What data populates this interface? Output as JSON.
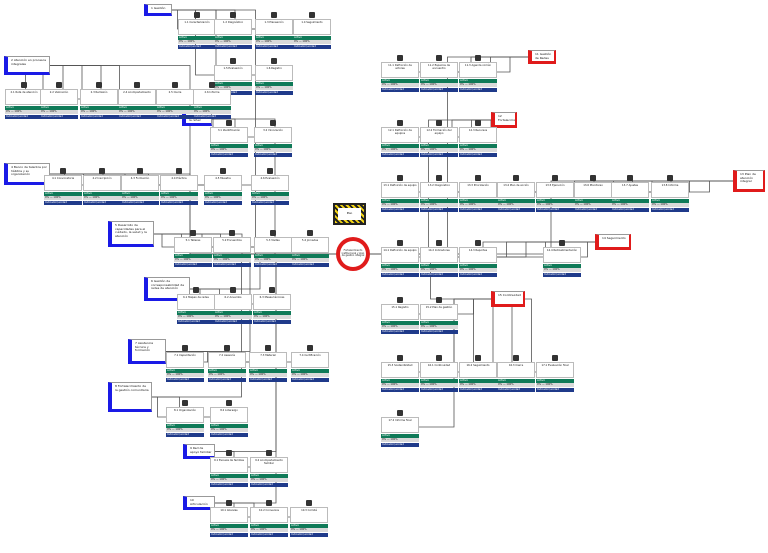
{
  "root": {
    "label": "Fortalecimiento institucional y plan de gestión integral"
  },
  "banner": {
    "label": "Plan"
  },
  "badges": {
    "active": "Activo",
    "pct": "0% — 100%",
    "unit": "Indicador/unidad",
    "prog": "Ejecución"
  },
  "goals": [
    {
      "id": "g1",
      "text": "1 Gestión",
      "red": false
    },
    {
      "id": "g2",
      "text": "2 Atención en procesos integrales",
      "red": false
    },
    {
      "id": "g3",
      "text": "3 Atención a la niñez",
      "red": false
    },
    {
      "id": "g4",
      "text": "4 Banco de talentos por hábitos y su organización",
      "red": false
    },
    {
      "id": "g5",
      "text": "5 Desarrollo de capacidades para el cuidado, la salud y la atención",
      "red": false
    },
    {
      "id": "g6",
      "text": "6 Gestión de corresponsabilidad de redes de atención",
      "red": false
    },
    {
      "id": "g7",
      "text": "7 Asistencia técnica y formación",
      "red": false
    },
    {
      "id": "g8",
      "text": "8 Fortalecimiento de la gestión comunitaria",
      "red": false
    },
    {
      "id": "g9",
      "text": "9 Red de apoyo familiar",
      "red": false
    },
    {
      "id": "g10",
      "text": "10 Articulación",
      "red": false
    },
    {
      "id": "g11",
      "text": "11 Gestión de Redes",
      "red": true
    },
    {
      "id": "g12",
      "text": "12 Fortalecimiento",
      "red": true
    },
    {
      "id": "g13",
      "text": "13 Plan de atención integral",
      "red": true
    },
    {
      "id": "g14",
      "text": "14 Seguimiento",
      "red": true
    },
    {
      "id": "g15",
      "text": "15 Continuidad",
      "red": true
    }
  ],
  "cards": [
    {
      "id": "c1",
      "title": "1.1 Caracterización"
    },
    {
      "id": "c2",
      "title": "1.2 Diagnóstico"
    },
    {
      "id": "c3",
      "title": "1.3 Planeación"
    },
    {
      "id": "c4",
      "title": "1.4 Seguimiento"
    },
    {
      "id": "c5",
      "title": "1.5 Evaluación"
    },
    {
      "id": "c6",
      "title": "1.6 Registro"
    },
    {
      "id": "c7",
      "title": "2.1 Ruta de atención"
    },
    {
      "id": "c8",
      "title": "2.2 Valoración"
    },
    {
      "id": "c9",
      "title": "2.3 Remisión"
    },
    {
      "id": "c10",
      "title": "2.4 Acompañamiento"
    },
    {
      "id": "c11",
      "title": "2.5 Cierre"
    },
    {
      "id": "c12",
      "title": "2.6 Informe"
    },
    {
      "id": "c13",
      "title": "3.1 Identificación"
    },
    {
      "id": "c14",
      "title": "3.2 Vinculación"
    },
    {
      "id": "c15",
      "title": "4.1 Convocatoria"
    },
    {
      "id": "c16",
      "title": "4.2 Inscripción"
    },
    {
      "id": "c17",
      "title": "4.3 Formación"
    },
    {
      "id": "c18",
      "title": "4.4 Práctica"
    },
    {
      "id": "c19",
      "title": "4.5 Muestra"
    },
    {
      "id": "c20",
      "title": "4.6 Evaluación"
    },
    {
      "id": "c21",
      "title": "5.1 Talleres"
    },
    {
      "id": "c22",
      "title": "5.2 Encuentros"
    },
    {
      "id": "c23",
      "title": "5.3 Visitas"
    },
    {
      "id": "c24",
      "title": "5.4 Jornadas"
    },
    {
      "id": "c25",
      "title": "6.1 Mapeo de redes"
    },
    {
      "id": "c26",
      "title": "6.2 Acuerdos"
    },
    {
      "id": "c27",
      "title": "6.3 Mesas técnicas"
    },
    {
      "id": "c28",
      "title": "7.1 Capacitación"
    },
    {
      "id": "c29",
      "title": "7.2 Asesoría"
    },
    {
      "id": "c30",
      "title": "7.3 Material"
    },
    {
      "id": "c31",
      "title": "7.4 Certificación"
    },
    {
      "id": "c32",
      "title": "8.1 Organización"
    },
    {
      "id": "c33",
      "title": "8.2 Liderazgo"
    },
    {
      "id": "c34",
      "title": "9.1 Escuela de familias"
    },
    {
      "id": "c35",
      "title": "9.2 Acompañamiento familiar"
    },
    {
      "id": "c36",
      "title": "10.1 Alianzas"
    },
    {
      "id": "c37",
      "title": "10.2 Convenios"
    },
    {
      "id": "c38",
      "title": "10.3 Comité"
    },
    {
      "id": "c39",
      "title": "11.1 Definición de actores"
    },
    {
      "id": "c40",
      "title": "11.2 Espacios de encuentro"
    },
    {
      "id": "c41",
      "title": "11.3 Agenda común"
    },
    {
      "id": "c42",
      "title": "12.1 Definición de equipos"
    },
    {
      "id": "c43",
      "title": "12.2 Formación del equipo"
    },
    {
      "id": "c44",
      "title": "12.3 Recursos"
    },
    {
      "id": "c45",
      "title": "13.1 Definición de equipo"
    },
    {
      "id": "c46",
      "title": "13.2 Diagnóstico"
    },
    {
      "id": "c47",
      "title": "13.3 Priorización"
    },
    {
      "id": "c48",
      "title": "13.4 Plan de acción"
    },
    {
      "id": "c49",
      "title": "13.5 Ejecución"
    },
    {
      "id": "c50",
      "title": "13.6 Monitoreo"
    },
    {
      "id": "c51",
      "title": "13.7 Ajustes"
    },
    {
      "id": "c52",
      "title": "13.8 Informe"
    },
    {
      "id": "c53",
      "title": "14.1 Definición de equipo"
    },
    {
      "id": "c54",
      "title": "14.2 Indicadores"
    },
    {
      "id": "c55",
      "title": "14.3 Reportes"
    },
    {
      "id": "c56",
      "title": "14.4 Retroalimentación"
    },
    {
      "id": "c57",
      "title": "15.1 Registro"
    },
    {
      "id": "c58",
      "title": "15.2 Plan de gestión"
    },
    {
      "id": "c59",
      "title": "15.3 Sostenibilidad"
    },
    {
      "id": "c60",
      "title": "16.1 Continuidad"
    },
    {
      "id": "c61",
      "title": "16.2 Seguimiento"
    },
    {
      "id": "c62",
      "title": "16.3 Cierre"
    },
    {
      "id": "c63",
      "title": "17.1 Evaluación final"
    },
    {
      "id": "c64",
      "title": "17.2 Informe final"
    }
  ]
}
